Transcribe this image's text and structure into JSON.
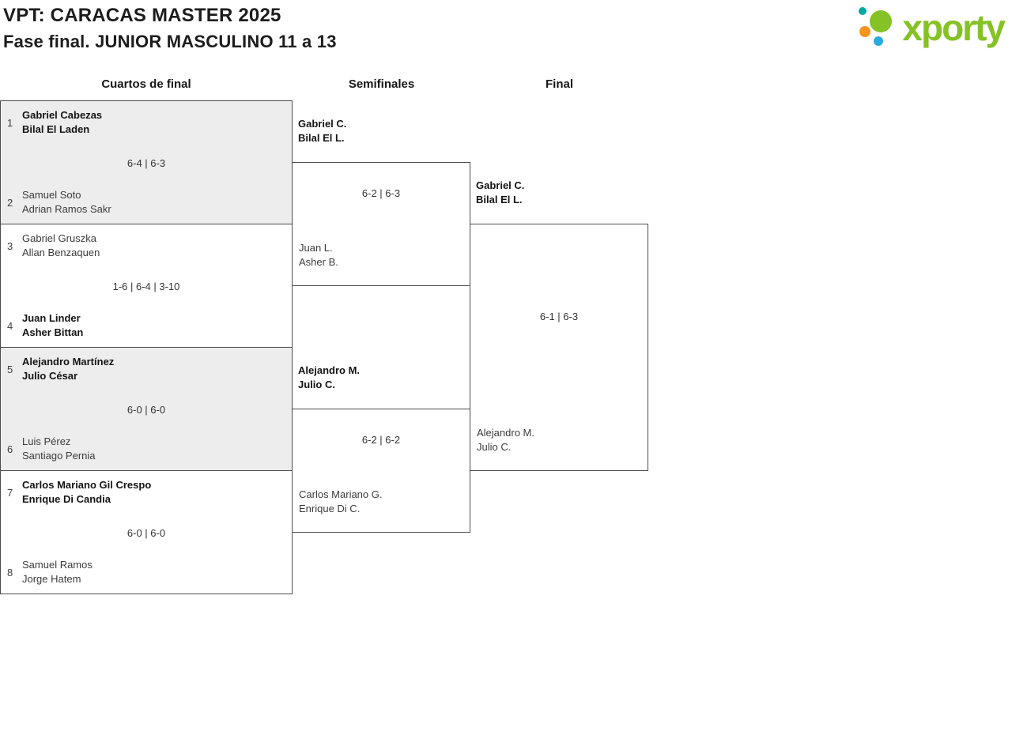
{
  "header": {
    "title": "VPT: CARACAS MASTER 2025",
    "subtitle": "Fase final. JUNIOR MASCULINO 11 a 13"
  },
  "logo": {
    "text": "xporty"
  },
  "round_headers": {
    "quarterfinals": "Cuartos de final",
    "semifinals": "Semifinales",
    "final": "Final"
  },
  "colors": {
    "brand_green": "#84c225",
    "dot_teal": "#00a99d",
    "dot_orange": "#f7941d",
    "dot_blue": "#29abe2",
    "shaded_match_bg": "#ededed",
    "bracket_line": "#4c4c4c"
  },
  "bracket": {
    "quarterfinals": [
      {
        "seed1": "1",
        "team1": {
          "line1": "Gabriel Cabezas",
          "line2": "Bilal El Laden",
          "winner": true
        },
        "score": "6-4 | 6-3",
        "seed2": "2",
        "team2": {
          "line1": "Samuel Soto",
          "line2": "Adrian Ramos Sakr",
          "winner": false
        }
      },
      {
        "seed1": "3",
        "team1": {
          "line1": "Gabriel Gruszka",
          "line2": "Allan Benzaquen",
          "winner": false
        },
        "score": "1-6 | 6-4 | 3-10",
        "seed2": "4",
        "team2": {
          "line1": "Juan Linder",
          "line2": "Asher Bittan",
          "winner": true
        }
      },
      {
        "seed1": "5",
        "team1": {
          "line1": "Alejandro Martínez",
          "line2": "Julio César",
          "winner": true
        },
        "score": "6-0 | 6-0",
        "seed2": "6",
        "team2": {
          "line1": "Luis Pérez",
          "line2": "Santiago Pernia",
          "winner": false
        }
      },
      {
        "seed1": "7",
        "team1": {
          "line1": "Carlos Mariano Gil Crespo",
          "line2": "Enrique Di Candia",
          "winner": true
        },
        "score": "6-0 | 6-0",
        "seed2": "8",
        "team2": {
          "line1": "Samuel Ramos",
          "line2": "Jorge Hatem",
          "winner": false
        }
      }
    ],
    "semifinals": [
      {
        "team1": {
          "line1": "Gabriel C.",
          "line2": "Bilal El L.",
          "winner": true
        },
        "score": "6-2 | 6-3",
        "team2": {
          "line1": "Juan L.",
          "line2": "Asher B.",
          "winner": false
        }
      },
      {
        "team1": {
          "line1": "Alejandro M.",
          "line2": "Julio C.",
          "winner": true
        },
        "score": "6-2 | 6-2",
        "team2": {
          "line1": "Carlos Mariano G.",
          "line2": "Enrique Di C.",
          "winner": false
        }
      }
    ],
    "final": {
      "team1": {
        "line1": "Gabriel C.",
        "line2": "Bilal El L.",
        "winner": true
      },
      "score": "6-1 | 6-3",
      "team2": {
        "line1": "Alejandro M.",
        "line2": "Julio C.",
        "winner": false
      }
    }
  }
}
